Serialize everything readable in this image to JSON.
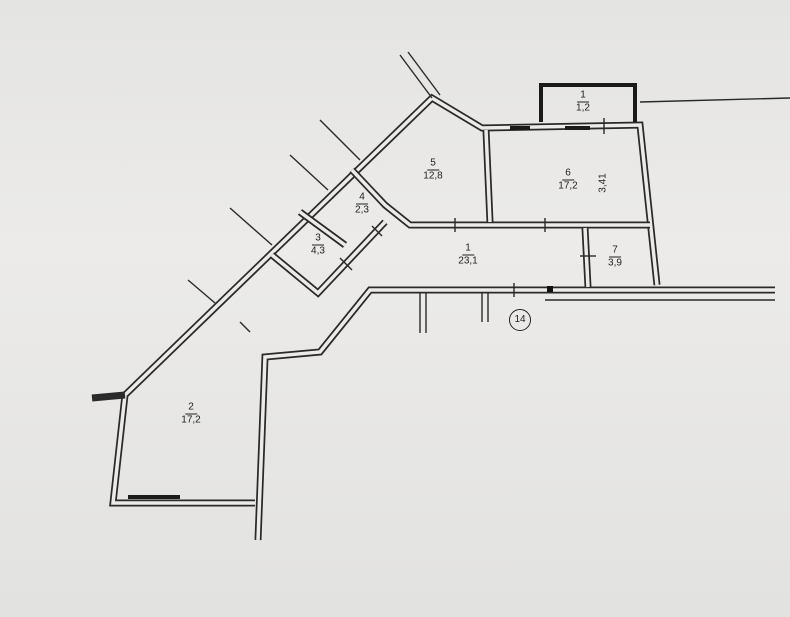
{
  "plan": {
    "apartment_number": "14",
    "rooms": [
      {
        "number": "1",
        "area": "1,2"
      },
      {
        "number": "5",
        "area": "12,8"
      },
      {
        "number": "6",
        "area": "17,2"
      },
      {
        "number": "4",
        "area": "2,3"
      },
      {
        "number": "3",
        "area": "4,3"
      },
      {
        "number": "1",
        "area": "23,1"
      },
      {
        "number": "7",
        "area": "3,9"
      },
      {
        "number": "2",
        "area": "17,2"
      }
    ],
    "dimension_label": "3,41"
  }
}
